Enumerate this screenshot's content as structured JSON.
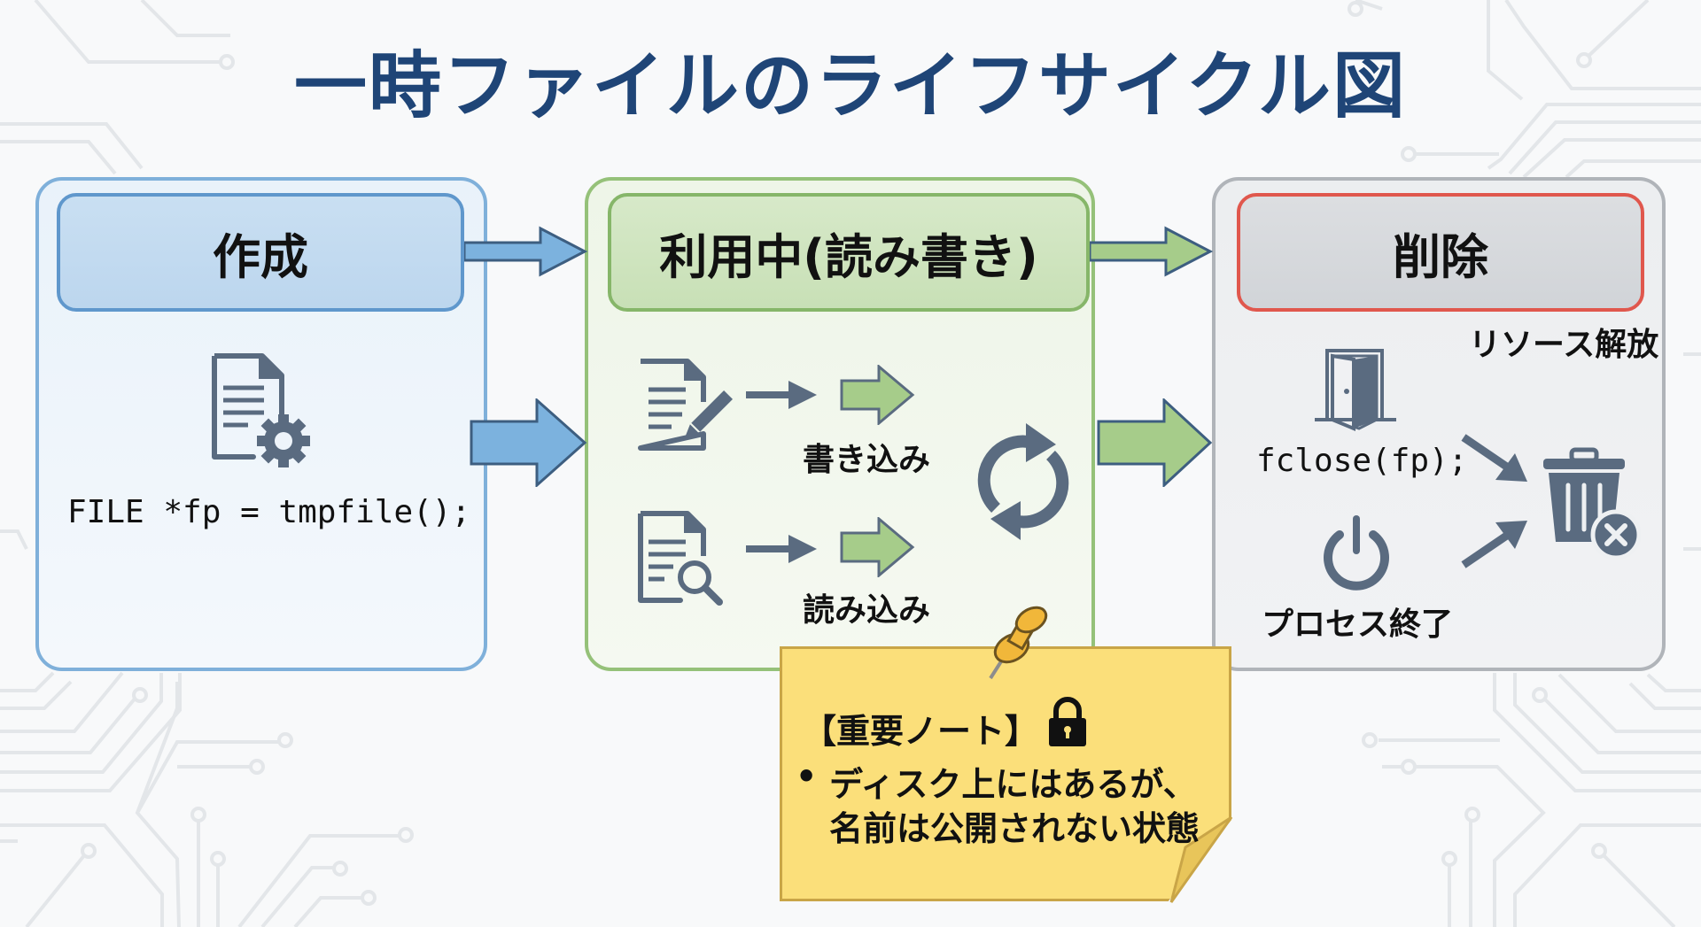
{
  "title": "一時ファイルのライフサイクル図",
  "colors": {
    "title": "#1f4577",
    "create_accent": "#5f97cc",
    "use_accent": "#86b669",
    "delete_accent": "#e0574d",
    "icon": "#5a6b80",
    "note": "#fbdf7a"
  },
  "stages": {
    "create": {
      "label": "作成",
      "icon": "document-gear-icon",
      "code": "FILE *fp = tmpfile();"
    },
    "use": {
      "label": "利用中(読み書き)",
      "write": {
        "icon": "document-pencil-icon",
        "label": "書き込み"
      },
      "read": {
        "icon": "document-search-icon",
        "label": "読み込み"
      },
      "cycle_icon": "refresh-icon"
    },
    "delete": {
      "label": "削除",
      "resource_label": "リソース解放",
      "fclose": {
        "icon": "door-icon",
        "code": "fclose(fp);"
      },
      "process_exit": {
        "icon": "power-icon",
        "label": "プロセス終了"
      },
      "result_icon": "trash-x-icon"
    }
  },
  "note": {
    "pin_icon": "pushpin-icon",
    "title": "【重要ノート】",
    "lock_icon": "lock-icon",
    "bullet": "•",
    "lines": [
      "ディスク上にはあるが、",
      "名前は公開されない状態"
    ]
  }
}
